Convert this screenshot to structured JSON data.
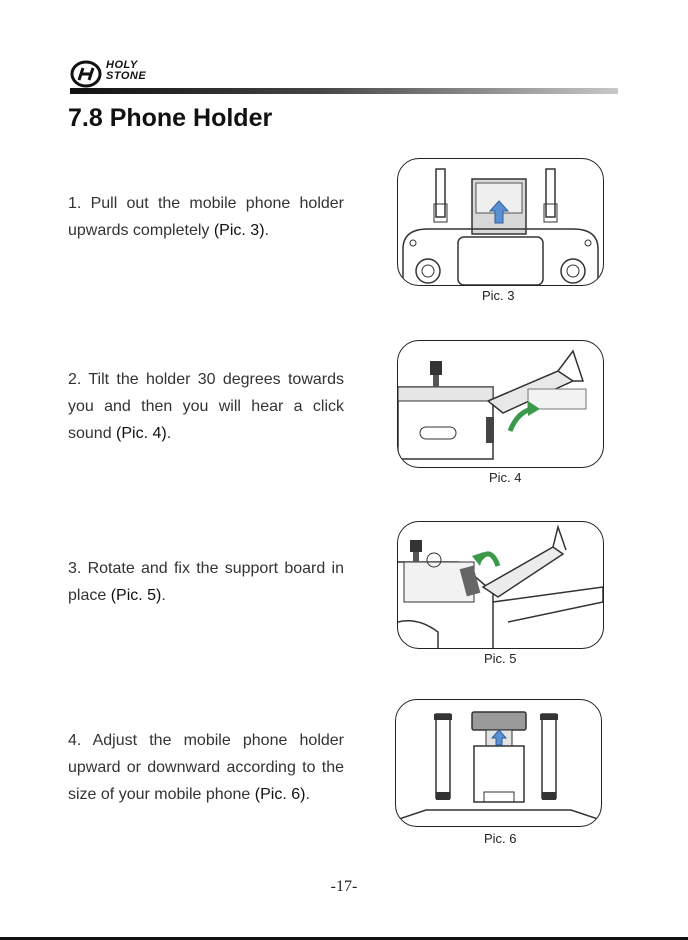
{
  "header": {
    "brand_line1": "HOLY",
    "brand_line2": "STONE"
  },
  "section": {
    "title": "7.8 Phone Holder"
  },
  "steps": [
    {
      "text": "1. Pull out the mobile phone holder upwards completely ",
      "ref": "(Pic. 3)",
      "end": ".",
      "caption": "Pic. 3"
    },
    {
      "text": "2. Tilt the holder 30 degrees towards you and then you will hear a click sound ",
      "ref": "(Pic. 4)",
      "end": ".",
      "caption": "Pic. 4"
    },
    {
      "text": "3. Rotate and fix the support board in place ",
      "ref": "(Pic. 5)",
      "end": ".",
      "caption": "Pic. 5"
    },
    {
      "text": "4. Adjust the mobile phone holder upward or downward according to the size of your mobile phone ",
      "ref": "(Pic. 6)",
      "end": ".",
      "caption": "Pic. 6"
    }
  ],
  "footer": {
    "page_number": "-17-"
  },
  "colors": {
    "arrow_blue": "#5b8fd4",
    "arrow_green": "#3a9a4a"
  }
}
